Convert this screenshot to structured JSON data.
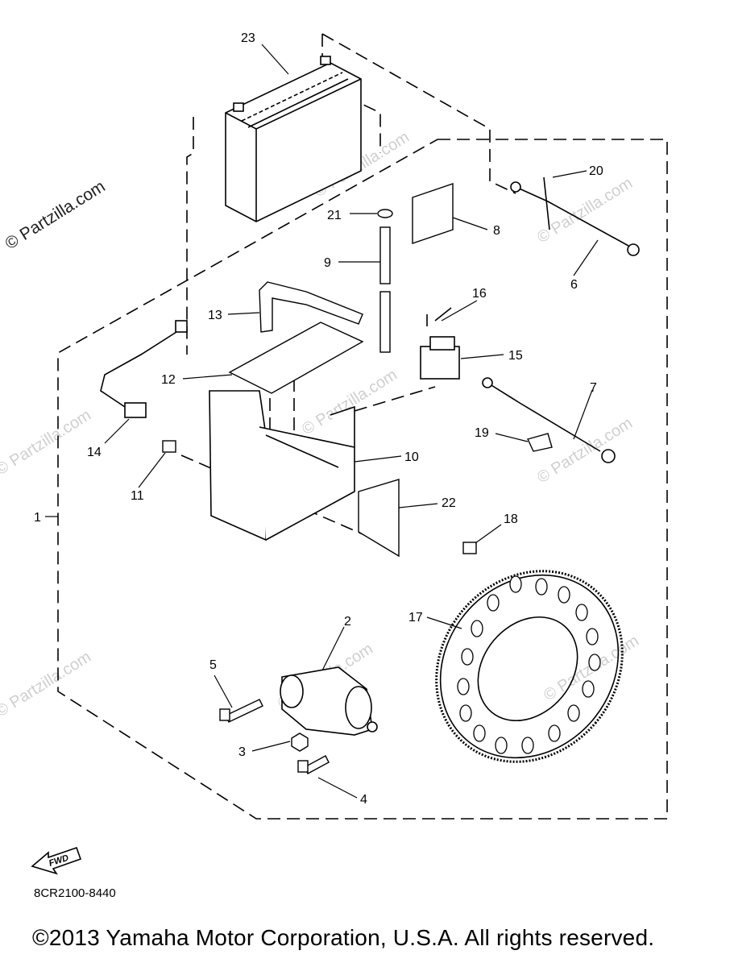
{
  "watermark": {
    "main": "© Partzilla.com",
    "faint": "© Partzilla.com"
  },
  "callouts": [
    "1",
    "2",
    "3",
    "4",
    "5",
    "6",
    "7",
    "8",
    "9",
    "10",
    "11",
    "12",
    "13",
    "14",
    "15",
    "16",
    "17",
    "18",
    "19",
    "20",
    "21",
    "22",
    "23"
  ],
  "fwd_label": "FWD",
  "part_code": "8CR2100-8440",
  "copyright": "©2013 Yamaha Motor Corporation, U.S.A. All rights reserved."
}
